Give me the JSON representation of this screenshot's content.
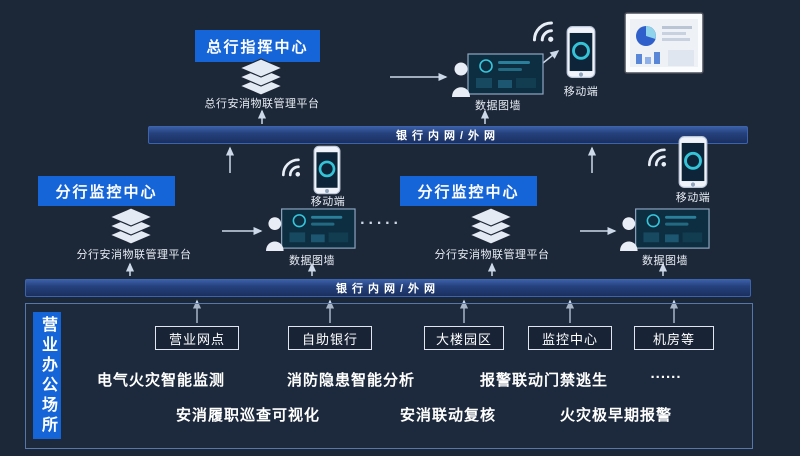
{
  "head_office": {
    "command_center": "总行指挥中心",
    "platform": "总行安消物联管理平台",
    "data_wall": "数据图墙",
    "mobile": "移动端"
  },
  "network_bars": {
    "top": "银行内网/外网",
    "bottom": "银行内网/外网"
  },
  "branches": [
    {
      "title": "分行监控中心",
      "platform": "分行安消物联管理平台",
      "data_wall": "数据图墙",
      "mobile": "移动端"
    },
    {
      "title": "分行监控中心",
      "platform": "分行安消物联管理平台",
      "data_wall": "数据图墙",
      "mobile": "移动端"
    }
  ],
  "ellipsis_between_branches": "·····",
  "premises": {
    "side_label": "营业办公场所",
    "locations": [
      "营业网点",
      "自助银行",
      "大楼园区",
      "监控中心",
      "机房等"
    ],
    "features_row1": [
      "电气火灾智能监测",
      "消防隐患智能分析",
      "报警联动门禁逃生",
      "......"
    ],
    "features_row2": [
      "安消履职巡查可视化",
      "安消联动复核",
      "火灾极早期报警"
    ]
  },
  "colors": {
    "background": "#1c2737",
    "accent_blue": "#1565d8",
    "network_bar_blue": "#25417c",
    "arrow_gray": "#cdd8e8",
    "screen_teal": "#36c6dc"
  }
}
